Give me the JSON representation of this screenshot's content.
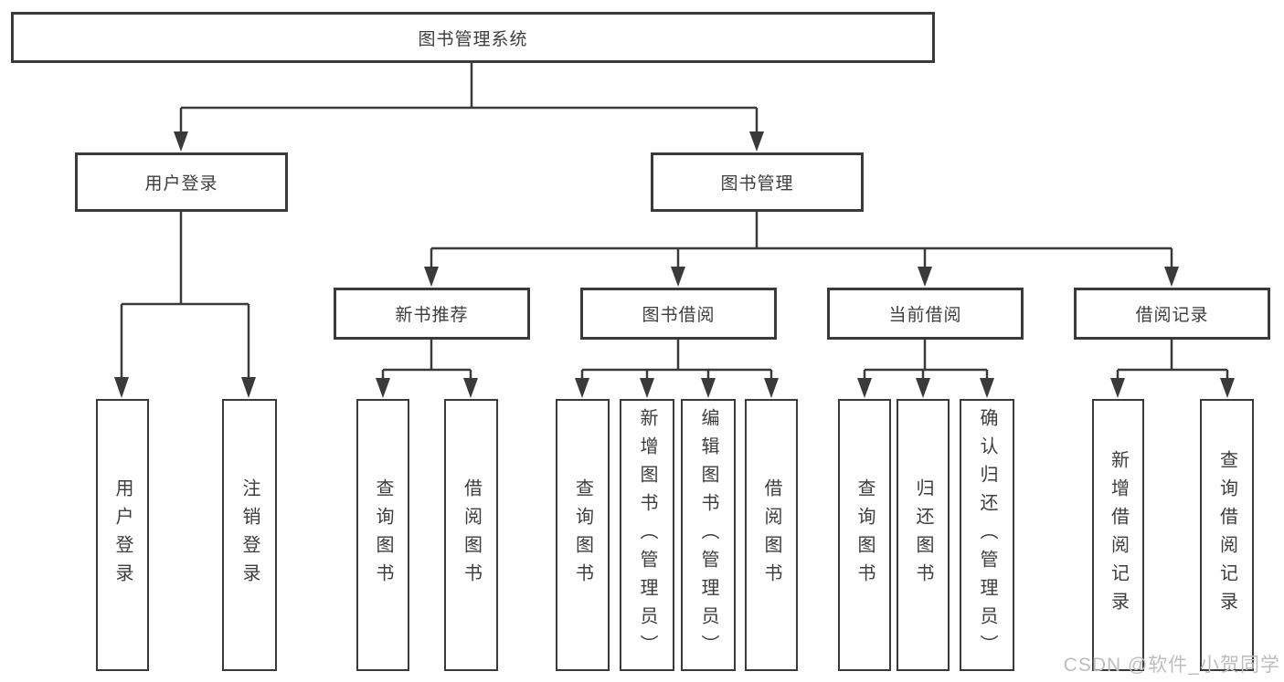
{
  "diagram": {
    "root": {
      "label": "图书管理系统"
    },
    "level2": [
      {
        "label": "用户登录",
        "children": [
          {
            "label": "用户登录"
          },
          {
            "label": "注销登录"
          }
        ]
      },
      {
        "label": "图书管理",
        "modules": [
          {
            "label": "新书推荐",
            "children": [
              {
                "label": "查询图书"
              },
              {
                "label": "借阅图书"
              }
            ]
          },
          {
            "label": "图书借阅",
            "children": [
              {
                "label": "查询图书"
              },
              {
                "label": "新增图书（管理员）"
              },
              {
                "label": "编辑图书（管理员）"
              },
              {
                "label": "借阅图书"
              }
            ]
          },
          {
            "label": "当前借阅",
            "children": [
              {
                "label": "查询图书"
              },
              {
                "label": "归还图书"
              },
              {
                "label": "确认归还（管理员）"
              }
            ]
          },
          {
            "label": "借阅记录",
            "children": [
              {
                "label": "新增借阅记录"
              },
              {
                "label": "查询借阅记录"
              }
            ]
          }
        ]
      }
    ]
  },
  "watermark": {
    "text": "CSDN @软件_小贺同学"
  },
  "colors": {
    "line": "#3a3a3a",
    "box_border": "#3a3a3a",
    "text": "#3d3d3d",
    "watermark": "#bdbdbd",
    "background": "#ffffff"
  }
}
